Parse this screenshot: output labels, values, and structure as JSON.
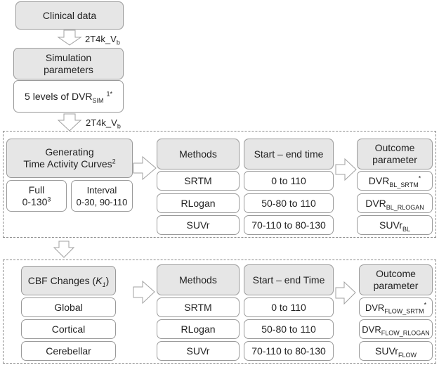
{
  "top": {
    "clinical": "Clinical data",
    "arrow_label_1": {
      "main": "2T4k_V",
      "sub": "b"
    },
    "sim_title": "Simulation parameters",
    "dvr_levels": {
      "pre": "5 levels of DVR",
      "sub": "SIM",
      "sup": "1*"
    },
    "arrow_label_2": {
      "main": "2T4k_V",
      "sub": "b"
    }
  },
  "section1": {
    "generating": {
      "line1": "Generating",
      "line2": "Time Activity Curves",
      "sup": "2"
    },
    "full": {
      "line1": "Full",
      "line2": "0-130",
      "sup": "3"
    },
    "interval": {
      "line1": "Interval",
      "line2": "0-30, 90-110"
    },
    "methods_header": "Methods",
    "methods": [
      "SRTM",
      "RLogan",
      "SUVr"
    ],
    "time_header": "Start – end time",
    "times": [
      "0  to 110",
      "50-80 to 110",
      "70-110 to 80-130"
    ],
    "outcome_header": "Outcome parameter",
    "outcomes": [
      {
        "main": "DVR",
        "sub": "BL_SRTM",
        "sup": "*"
      },
      {
        "main": "DVR",
        "sub": "BL_RLOGAN",
        "sup": ""
      },
      {
        "main": "SUVr",
        "sub": "BL",
        "sup": ""
      }
    ]
  },
  "section2": {
    "cbf_header": {
      "pre": "CBF Changes (",
      "k": "K",
      "ksub": "1",
      "post": ")"
    },
    "cbf_items": [
      "Global",
      "Cortical",
      "Cerebellar"
    ],
    "methods_header": "Methods",
    "methods": [
      "SRTM",
      "RLogan",
      "SUVr"
    ],
    "time_header": "Start – end Time",
    "times": [
      "0 to 110",
      "50-80 to 110",
      "70-110 to 80-130"
    ],
    "outcome_header": "Outcome parameter",
    "outcomes": [
      {
        "main": "DVR",
        "sub": "FLOW_SRTM",
        "sup": "*"
      },
      {
        "main": "DVR",
        "sub": "FLOW_RLOGAN",
        "sup": ""
      },
      {
        "main": "SUVr",
        "sub": "FLOW",
        "sup": ""
      }
    ]
  }
}
